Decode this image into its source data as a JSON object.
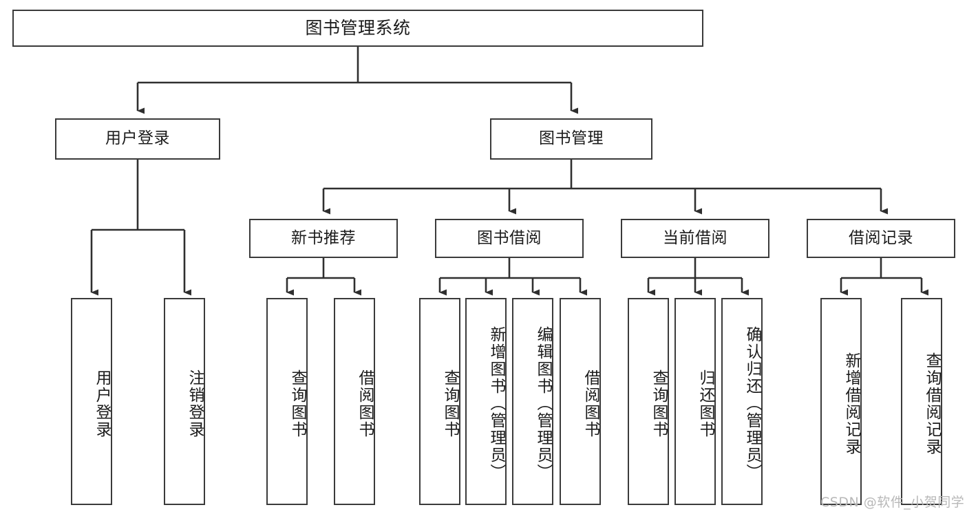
{
  "diagram": {
    "title": "图书管理系统",
    "type": "hierarchy-tree",
    "orientation": "top-down",
    "levels": 4,
    "colors": {
      "box_border": "#3a3a3a",
      "box_fill": "#ffffff",
      "connector": "#2f2f2f",
      "text": "#1b1b1b",
      "watermark": "#b8b8b8",
      "background": "#ffffff"
    }
  },
  "root": {
    "label": "图书管理系统"
  },
  "level2": [
    {
      "label": "用户登录"
    },
    {
      "label": "图书管理"
    }
  ],
  "level3": [
    {
      "label": "新书推荐"
    },
    {
      "label": "图书借阅"
    },
    {
      "label": "当前借阅"
    },
    {
      "label": "借阅记录"
    }
  ],
  "leaves": {
    "user_login": [
      {
        "label": "用户登录"
      },
      {
        "label": "注销登录"
      }
    ],
    "new_book_recommend": [
      {
        "label": "查询图书"
      },
      {
        "label": "借阅图书"
      }
    ],
    "book_borrow": [
      {
        "label": "查询图书"
      },
      {
        "label": "新增图书（管理员）"
      },
      {
        "label": "编辑图书（管理员）"
      },
      {
        "label": "借阅图书"
      }
    ],
    "current_borrow": [
      {
        "label": "查询图书"
      },
      {
        "label": "归还图书"
      },
      {
        "label": "确认归还（管理员）"
      }
    ],
    "borrow_record": [
      {
        "label": "新增借阅记录"
      },
      {
        "label": "查询借阅记录"
      }
    ]
  },
  "watermark": {
    "text": "CSDN @软件_小贺同学"
  }
}
